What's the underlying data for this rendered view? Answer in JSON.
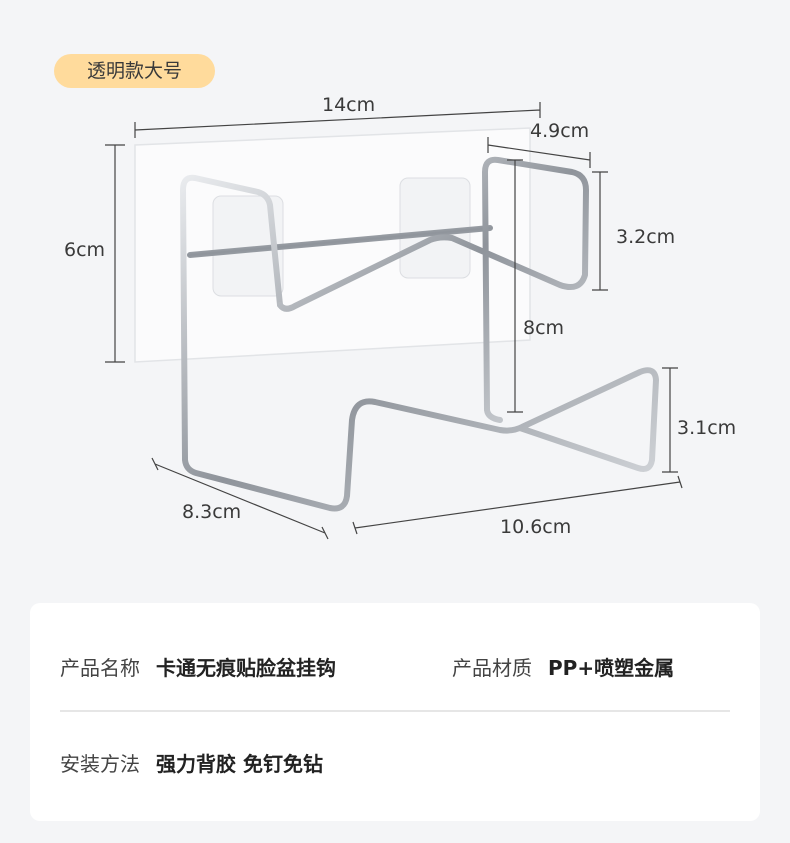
{
  "badge": "透明款大号",
  "dimensions": {
    "width_total": "14cm",
    "depth_top": "4.9cm",
    "plate_height": "6cm",
    "top_loop_height": "3.2cm",
    "total_height": "8cm",
    "bottom_loop_height": "3.1cm",
    "bottom_depth": "8.3cm",
    "bottom_width": "10.6cm"
  },
  "specs": [
    {
      "label": "产品名称",
      "value": "卡通无痕贴脸盆挂钩"
    },
    {
      "label": "产品材质",
      "value": "PP+喷塑金属"
    },
    {
      "label": "安装方法",
      "value": "强力背胶 免钉免钻"
    }
  ],
  "colors": {
    "badge": "#ffdb9c",
    "background": "#f4f5f7",
    "wire": "#b8bcc2"
  }
}
